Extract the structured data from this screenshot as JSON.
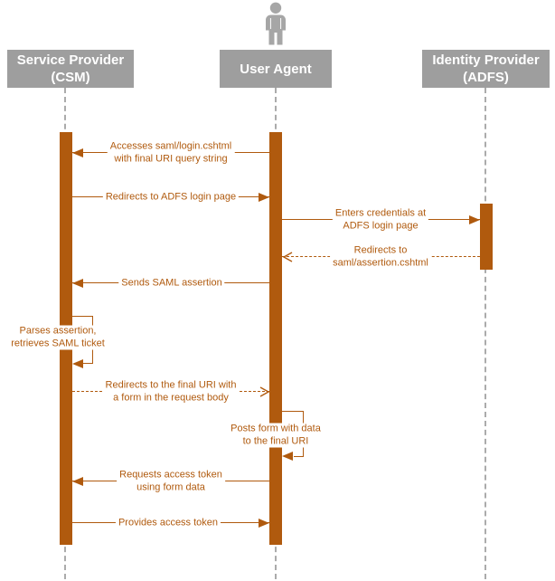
{
  "diagram": {
    "type": "uml-sequence",
    "colors": {
      "accent": "#B05A0E",
      "actor_fill": "#9E9E9E",
      "actor_text": "#FFFFFF",
      "lifeline": "#ABABAB",
      "person_icon": "#A6A6A6"
    },
    "actors": [
      {
        "id": "service-provider",
        "label": "Service Provider\n(CSM)"
      },
      {
        "id": "user-agent",
        "label": "User Agent",
        "icon": "person-icon"
      },
      {
        "id": "identity-provider",
        "label": "Identity Provider\n(ADFS)"
      }
    ],
    "messages": [
      {
        "from": "user-agent",
        "to": "service-provider",
        "line": "solid",
        "label": "Accesses saml/login.cshtml\nwith final URI query string"
      },
      {
        "from": "service-provider",
        "to": "user-agent",
        "line": "solid",
        "label": "Redirects to ADFS login page"
      },
      {
        "from": "user-agent",
        "to": "identity-provider",
        "line": "solid",
        "label": "Enters credentials at\nADFS login page"
      },
      {
        "from": "identity-provider",
        "to": "user-agent",
        "line": "dashed",
        "label": "Redirects to\nsaml/assertion.cshtml"
      },
      {
        "from": "user-agent",
        "to": "service-provider",
        "line": "solid",
        "label": "Sends SAML assertion"
      },
      {
        "from": "service-provider",
        "to": "service-provider",
        "line": "self",
        "label": "Parses assertion,\nretrieves SAML ticket"
      },
      {
        "from": "service-provider",
        "to": "user-agent",
        "line": "dashed",
        "label": "Redirects to the final URI with\na form in the request body"
      },
      {
        "from": "user-agent",
        "to": "user-agent",
        "line": "self",
        "label": "Posts form with data\nto the final URI"
      },
      {
        "from": "user-agent",
        "to": "service-provider",
        "line": "solid",
        "label": "Requests access token\nusing form data"
      },
      {
        "from": "service-provider",
        "to": "user-agent",
        "line": "solid",
        "label": "Provides access token"
      }
    ]
  }
}
